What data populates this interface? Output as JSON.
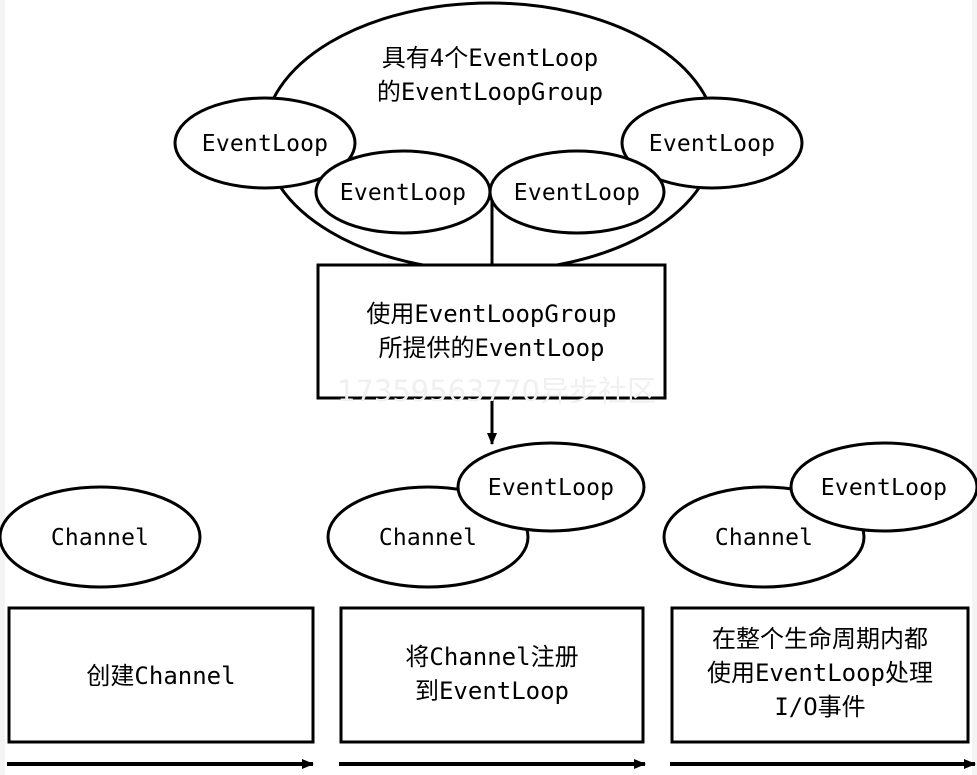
{
  "diagram": {
    "title_note": "Netty EventLoopGroup / EventLoop / Channel lifecycle diagram",
    "colors": {
      "stroke": "#000000",
      "background": "#ffffff",
      "watermark": "#f0f0f0"
    },
    "group_cloud": {
      "label_line1": "具有4个EventLoop",
      "label_line2": "的EventLoopGroup",
      "event_loops": [
        {
          "label": "EventLoop"
        },
        {
          "label": "EventLoop"
        },
        {
          "label": "EventLoop"
        },
        {
          "label": "EventLoop"
        }
      ]
    },
    "middle_box": {
      "line1": "使用EventLoopGroup",
      "line2": "所提供的EventLoop"
    },
    "watermark": {
      "text": "17359563770异步社区"
    },
    "stages": [
      {
        "ellipses": [
          {
            "label": "Channel"
          }
        ],
        "box_lines": [
          "创建Channel"
        ]
      },
      {
        "ellipses": [
          {
            "label": "Channel"
          },
          {
            "label": "EventLoop"
          }
        ],
        "box_lines": [
          "将Channel注册",
          "到EventLoop"
        ]
      },
      {
        "ellipses": [
          {
            "label": "Channel"
          },
          {
            "label": "EventLoop"
          }
        ],
        "box_lines": [
          "在整个生命周期内都",
          "使用EventLoop处理",
          "I/O事件"
        ]
      }
    ]
  }
}
